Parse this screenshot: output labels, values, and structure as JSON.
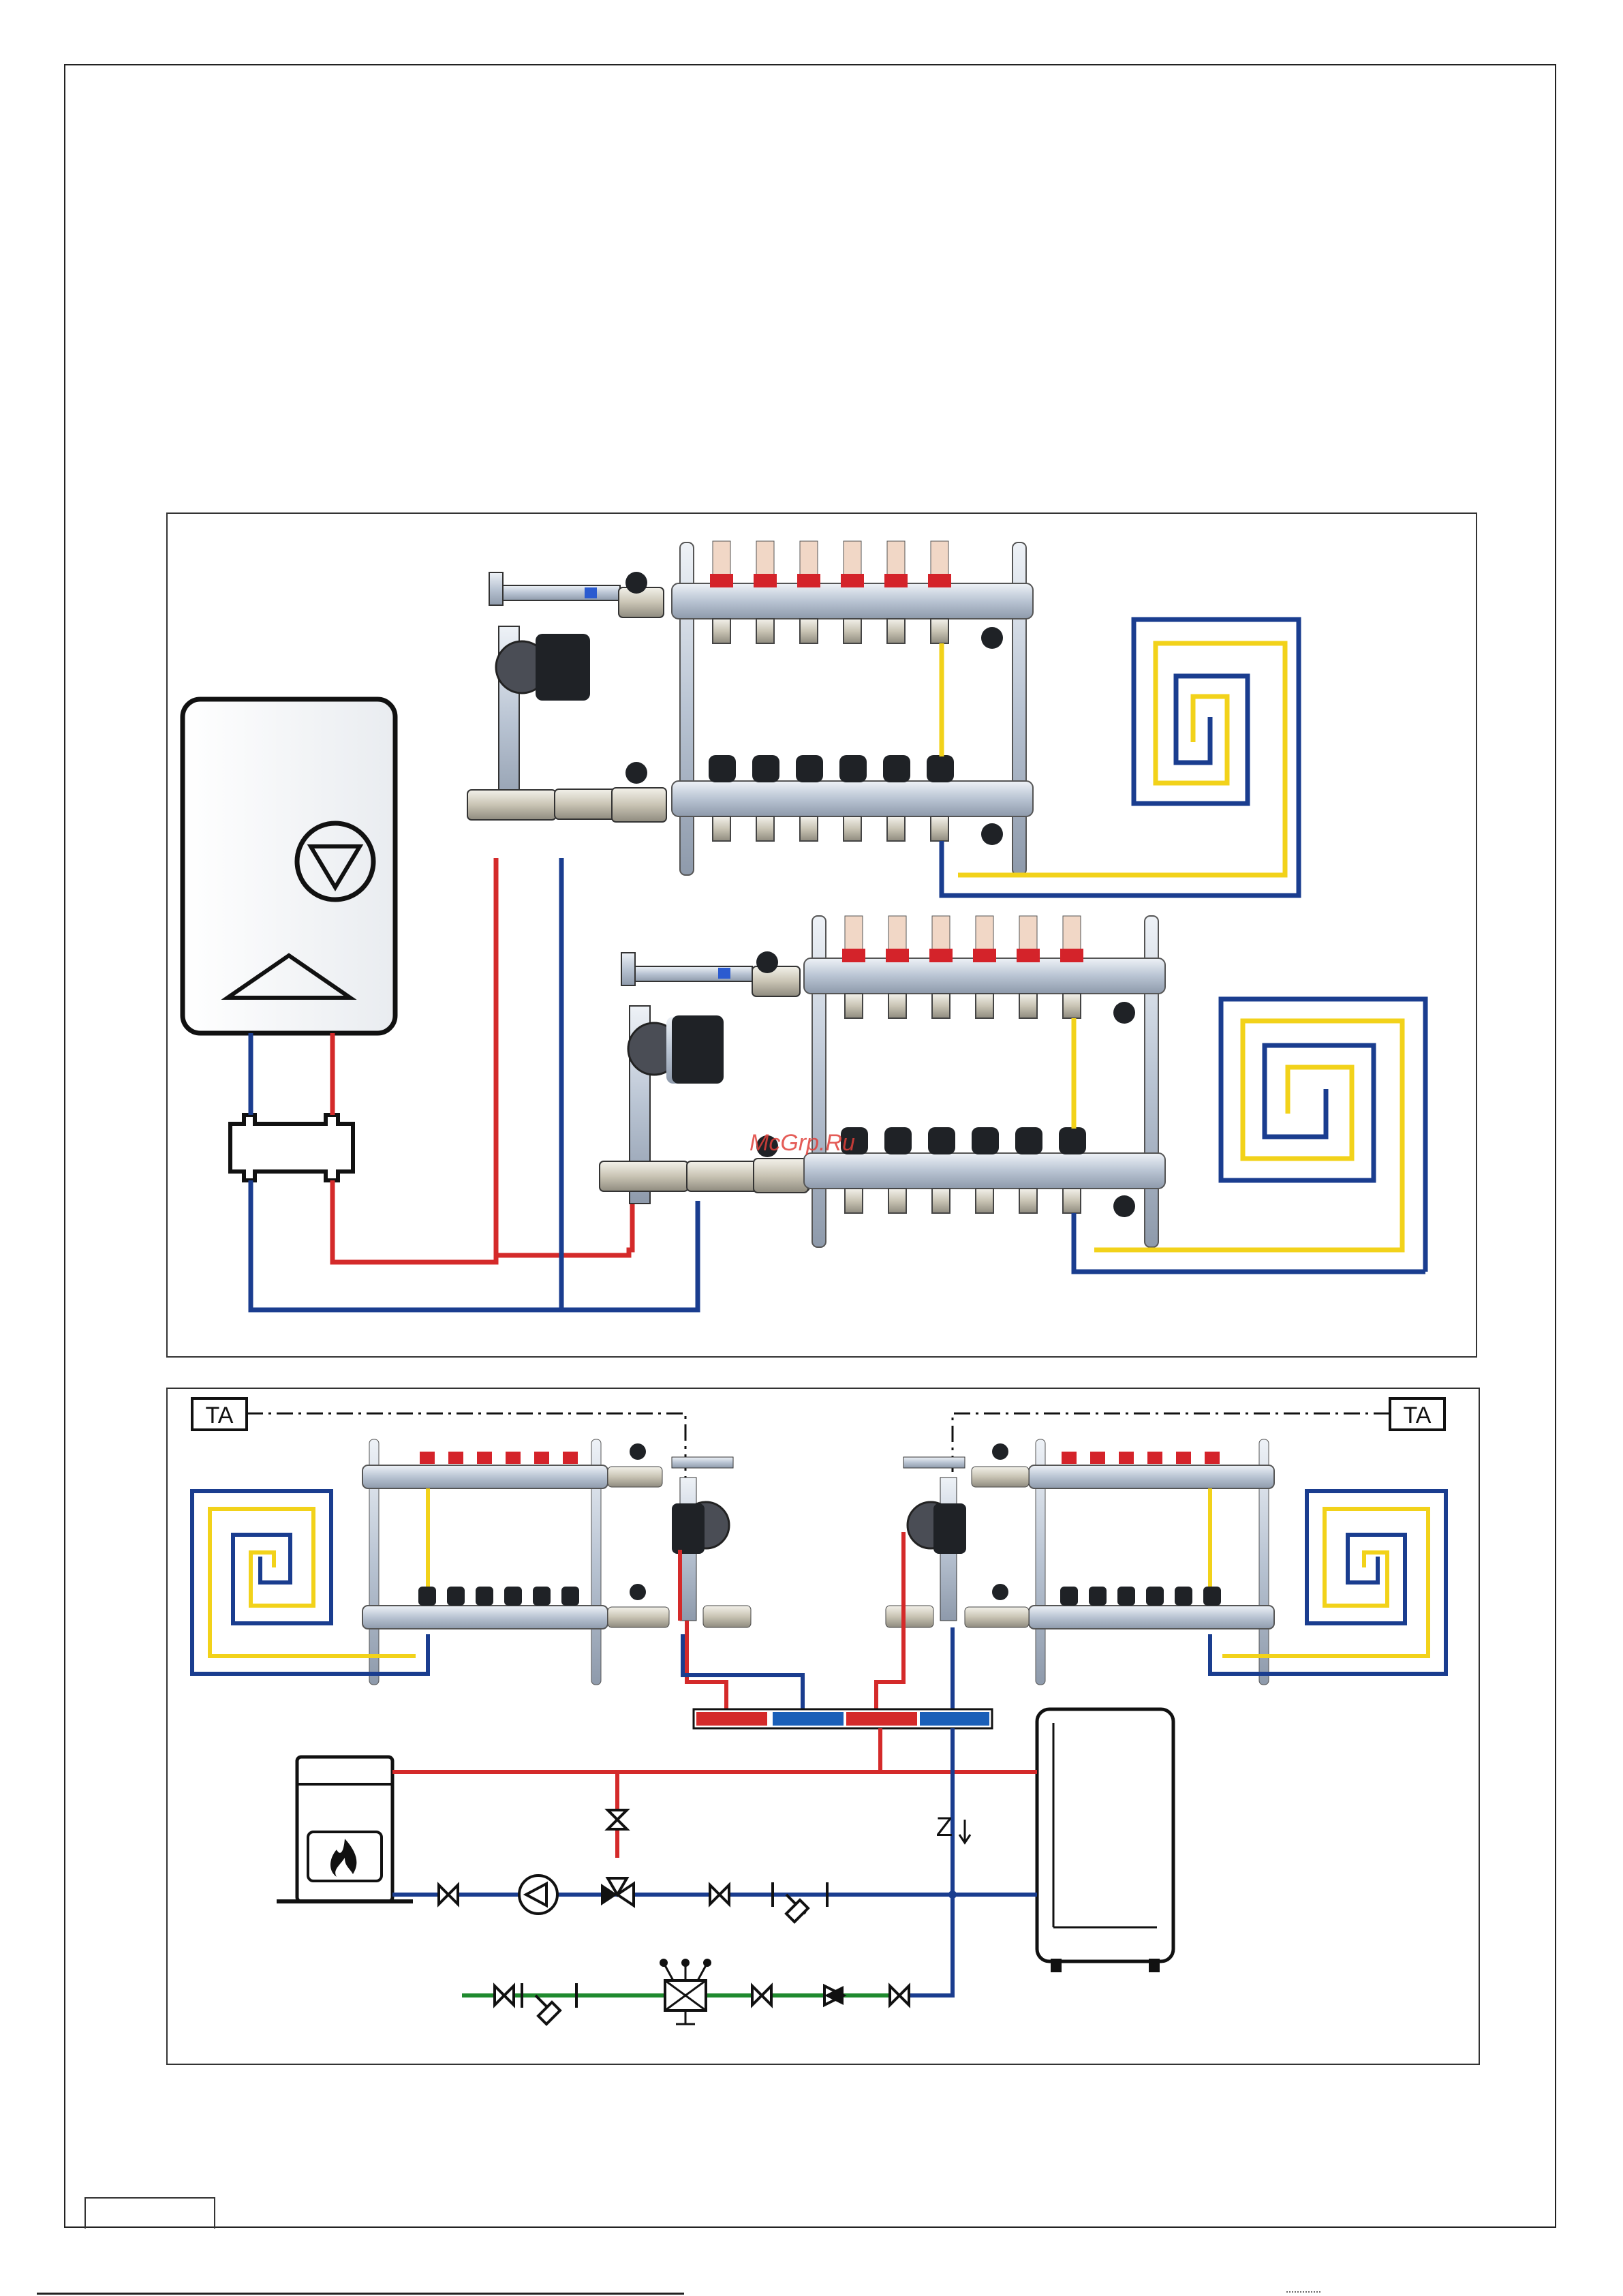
{
  "watermark": "McGrp.Ru",
  "labels": {
    "room_thermostat_left": "TA",
    "room_thermostat_right": "TA",
    "check_valve_symbol": "Z"
  },
  "colors": {
    "supply": "#d42a2a",
    "return": "#1a3d8f",
    "heating_loop": "#f2d21a",
    "cold_water": "#1f8a2e",
    "manifold_body": "#c5cfdc",
    "flow_meter_red": "#d4232a"
  },
  "icons": {
    "boiler_pump": "circulator-pump-icon",
    "boiler_flame": "flame-icon",
    "heat_exchanger": "triangle-symbol"
  }
}
